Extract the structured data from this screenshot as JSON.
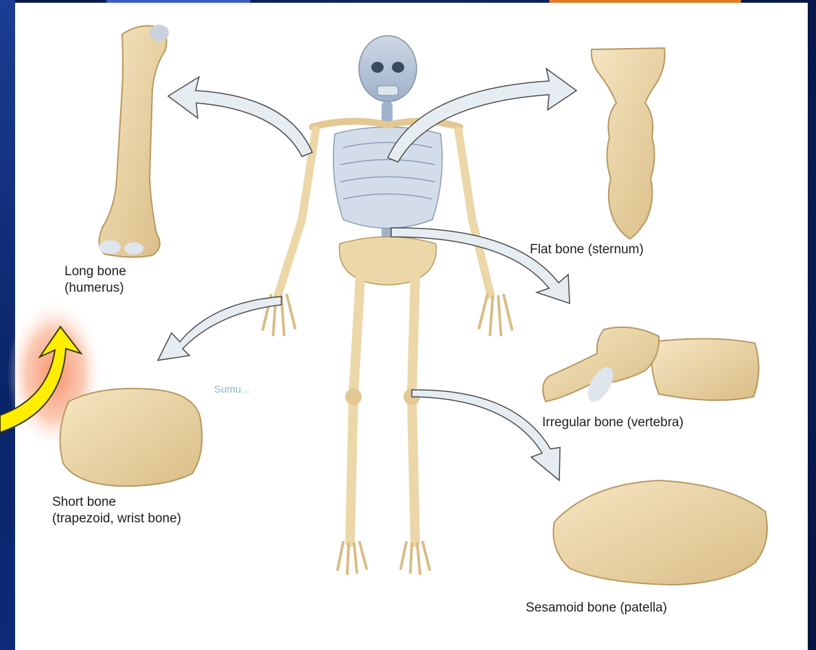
{
  "labels": {
    "long_bone": [
      "Long bone",
      "(humerus)"
    ],
    "flat_bone": "Flat bone (sternum)",
    "short_bone": [
      "Short bone",
      "(trapezoid, wrist bone)"
    ],
    "irregular_bone": "Irregular bone (vertebra)",
    "sesamoid_bone": "Sesamoid bone (patella)",
    "watermark": "Sumu..."
  },
  "colors": {
    "bone": "#f0dcb0",
    "bone_shade": "#d9bd86",
    "skull_blue": "#b9c6d8",
    "arrow_fill": "#e6edf2",
    "arrow_stroke": "#4a4a4a",
    "highlight_arrow": "#ffee00",
    "glow": "#f7a07a",
    "background": "#0b1f5a"
  },
  "icons": [
    "skeleton-figure",
    "humerus-bone",
    "sternum-bone",
    "vertebra-bone",
    "trapezoid-bone",
    "patella-bone",
    "curved-arrow",
    "yellow-highlight-arrow"
  ]
}
